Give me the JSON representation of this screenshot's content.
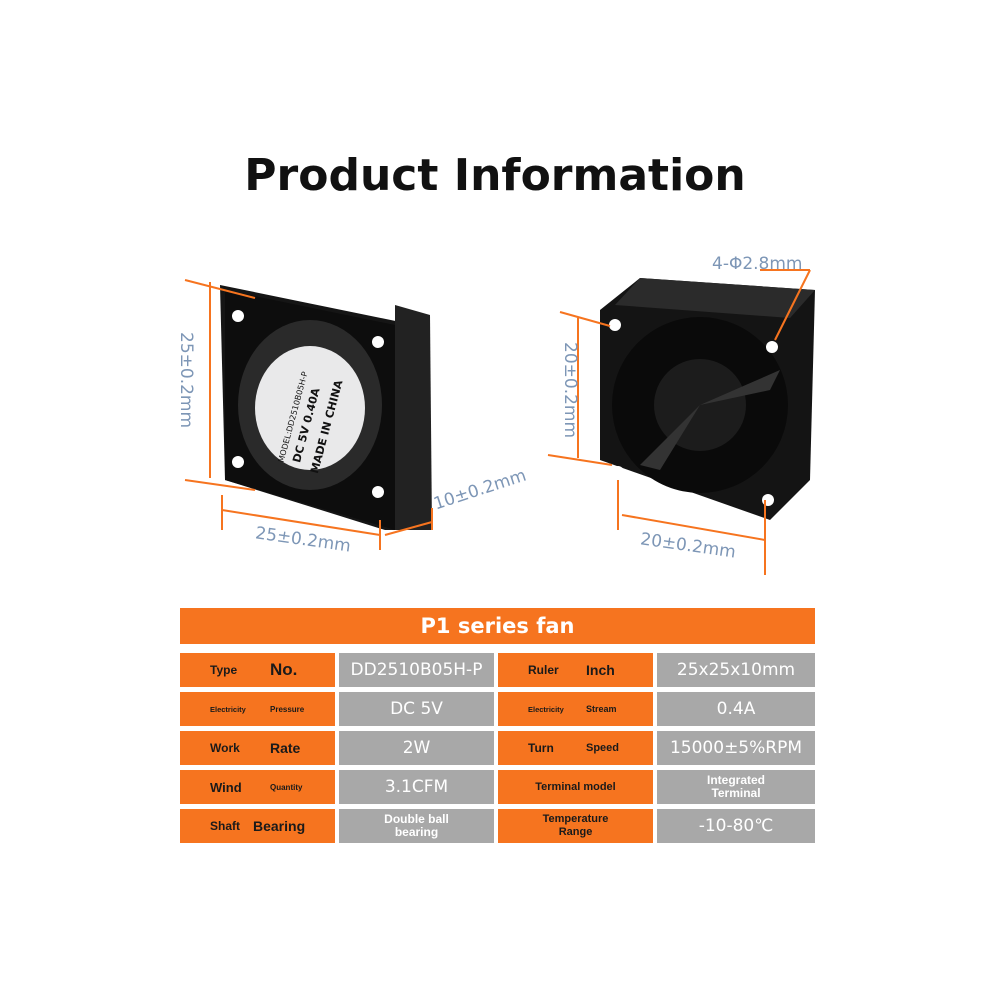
{
  "title": "Product Information",
  "dimensions": {
    "left_height": "25±0.2mm",
    "left_width": "25±0.2mm",
    "left_depth": "10±0.2mm",
    "right_hole": "4-Φ2.8mm",
    "right_height": "20±0.2mm",
    "right_width": "20±0.2mm"
  },
  "label_sticker": {
    "model": "MODEL:DD2510B05H-P",
    "rating": "DC 5V  0.40A",
    "origin": "MADE IN CHINA"
  },
  "table": {
    "header": "P1 series fan",
    "rows": [
      {
        "l1a": "Type",
        "l1b": "No.",
        "v1": "DD2510B05H-P",
        "l2a": "Ruler",
        "l2b": "Inch",
        "v2": "25x25x10mm"
      },
      {
        "l1a": "Electricity",
        "l1b": "Pressure",
        "v1": "DC 5V",
        "l2a": "Electricity",
        "l2b": "Stream",
        "v2": "0.4A"
      },
      {
        "l1a": "Work",
        "l1b": "Rate",
        "v1": "2W",
        "l2a": "Turn",
        "l2b": "Speed",
        "v2": "15000±5%RPM"
      },
      {
        "l1a": "Wind",
        "l1b": "Quantity",
        "v1": "3.1CFM",
        "l2": "Terminal model",
        "v2": "Integrated Terminal"
      },
      {
        "l1a": "Shaft",
        "l1b": "Bearing",
        "v1": "Double ball bearing",
        "l2": "Temperature Range",
        "v2": "-10-80℃"
      }
    ]
  },
  "colors": {
    "accent": "#f6741f",
    "value_bg": "#a8a8a8",
    "dimension_text": "#7d96b6"
  }
}
